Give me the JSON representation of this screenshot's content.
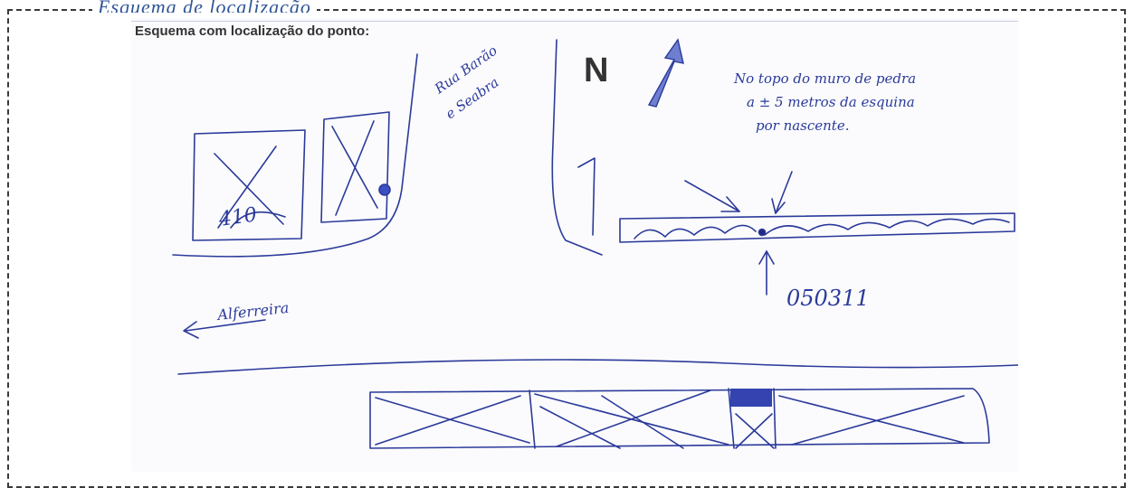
{
  "caption_top": "Esquema de localização",
  "sketch": {
    "heading": "Esquema com localização do ponto:",
    "north_label": "N",
    "lot_number": "410",
    "street_name_lines": [
      "Rua Barão",
      "e Seabra"
    ],
    "note_lines": [
      "No topo do muro de pedra",
      "a ± 5 metros da esquina",
      "por nascente."
    ],
    "point_id": "050311",
    "direction_label": "Alferreira",
    "ink_color": "#2b3a9a"
  }
}
